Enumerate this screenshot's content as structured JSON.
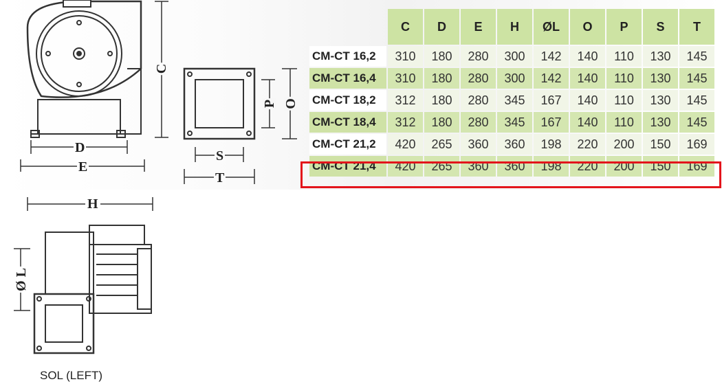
{
  "drawing": {
    "front_labels": [
      "C",
      "D",
      "E"
    ],
    "outlet_labels": [
      "P",
      "O",
      "S",
      "T"
    ],
    "side_labels": [
      "H",
      "Ø L"
    ],
    "caption": "SOL (LEFT)"
  },
  "table": {
    "headers": [
      "C",
      "D",
      "E",
      "H",
      "ØL",
      "O",
      "P",
      "S",
      "T"
    ],
    "rows": [
      {
        "model": "CM-CT 16,2",
        "values": [
          "310",
          "180",
          "280",
          "300",
          "142",
          "140",
          "110",
          "130",
          "145"
        ]
      },
      {
        "model": "CM-CT 16,4",
        "values": [
          "310",
          "180",
          "280",
          "300",
          "142",
          "140",
          "110",
          "130",
          "145"
        ]
      },
      {
        "model": "CM-CT 18,2",
        "values": [
          "312",
          "180",
          "280",
          "345",
          "167",
          "140",
          "110",
          "130",
          "145"
        ]
      },
      {
        "model": "CM-CT 18,4",
        "values": [
          "312",
          "180",
          "280",
          "345",
          "167",
          "140",
          "110",
          "130",
          "145"
        ]
      },
      {
        "model": "CM-CT 21,2",
        "values": [
          "420",
          "265",
          "360",
          "360",
          "198",
          "220",
          "200",
          "150",
          "169"
        ]
      },
      {
        "model": "CM-CT 21,4",
        "values": [
          "420",
          "265",
          "360",
          "360",
          "198",
          "220",
          "200",
          "150",
          "169"
        ]
      }
    ],
    "highlighted_row": 5
  },
  "colors": {
    "header_green": "#cde3a3",
    "row_green": "#d4e6b0",
    "highlight_red": "#e3141b"
  }
}
